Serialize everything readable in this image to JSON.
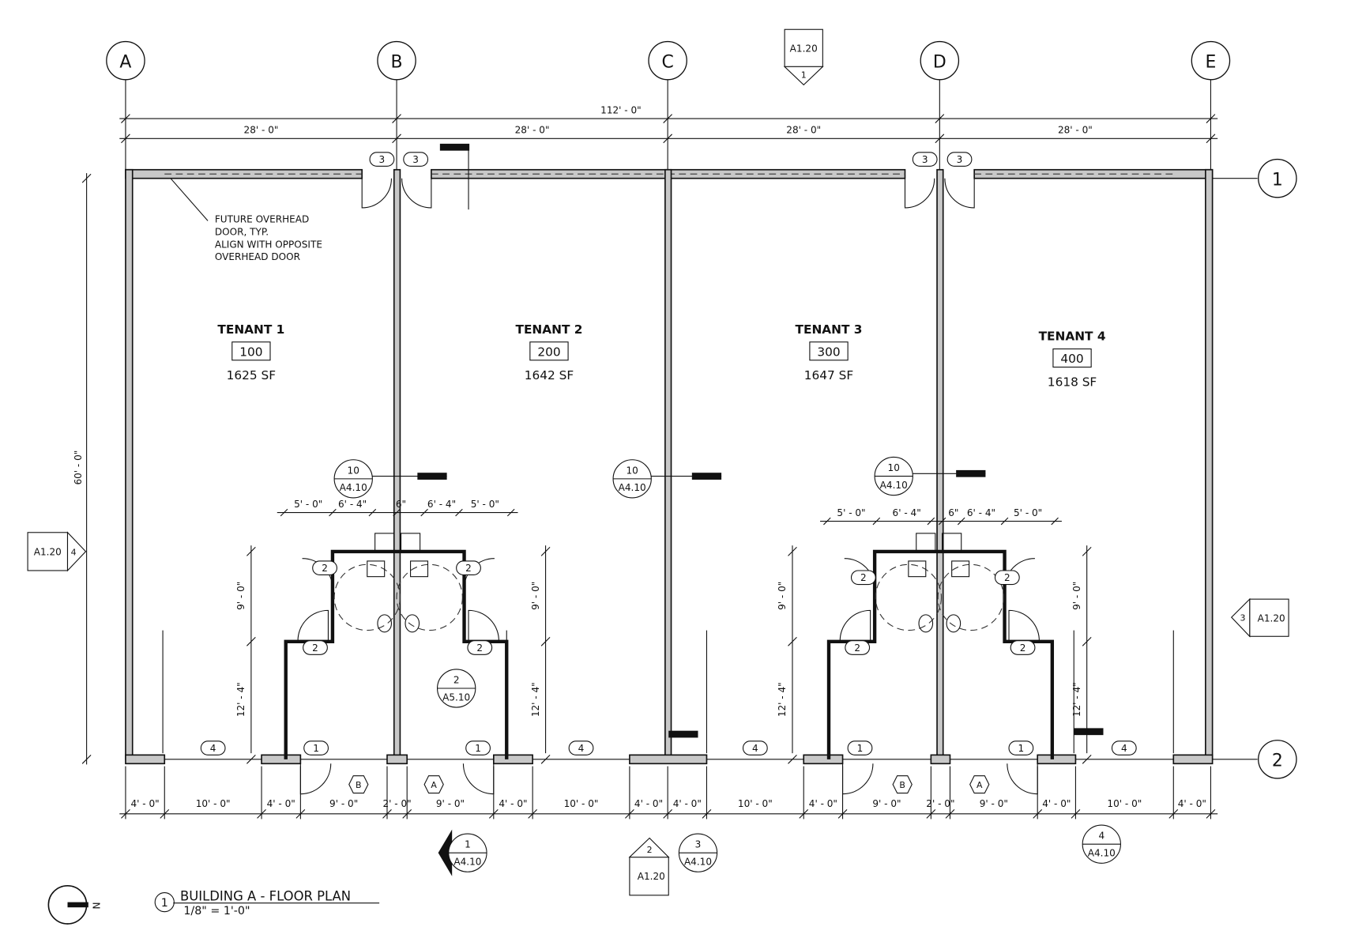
{
  "grid_columns": [
    "A",
    "B",
    "C",
    "D",
    "E"
  ],
  "grid_rows": [
    "1",
    "2"
  ],
  "overall_dimension": "112' - 0\"",
  "bay_dimensions": [
    "28' - 0\"",
    "28' - 0\"",
    "28' - 0\"",
    "28' - 0\""
  ],
  "depth_dimension": "60' - 0\"",
  "bottom_dimensions": [
    "4' - 0\"",
    "10' - 0\"",
    "4' - 0\"",
    "9' - 0\"",
    "2' - 0\"",
    "9' - 0\"",
    "4' - 0\"",
    "10' - 0\"",
    "4' - 0\"",
    "4' - 0\"",
    "10' - 0\"",
    "4' - 0\"",
    "9' - 0\"",
    "2' - 0\"",
    "9' - 0\"",
    "4' - 0\"",
    "10' - 0\"",
    "4' - 0\""
  ],
  "restroom_dimensions": {
    "horizontal": [
      "5' - 0\"",
      "6' - 4\"",
      "6\"",
      "6' - 4\"",
      "5' - 0\""
    ],
    "vertical": [
      "9' - 0\"",
      "12' - 4\""
    ]
  },
  "note": [
    "FUTURE OVERHEAD",
    "DOOR, TYP.",
    "ALIGN WITH OPPOSITE",
    "OVERHEAD DOOR"
  ],
  "tenants": [
    {
      "name": "TENANT 1",
      "room": "100",
      "area": "1625 SF"
    },
    {
      "name": "TENANT 2",
      "room": "200",
      "area": "1642 SF"
    },
    {
      "name": "TENANT 3",
      "room": "300",
      "area": "1647 SF"
    },
    {
      "name": "TENANT 4",
      "room": "400",
      "area": "1618 SF"
    }
  ],
  "door_tags": {
    "top": "3",
    "storefront": "4",
    "entry": "1",
    "restroom": "2"
  },
  "hex_tags": [
    "B",
    "A",
    "B",
    "A"
  ],
  "section_callouts": [
    {
      "number": "10",
      "sheet": "A4.10"
    },
    {
      "number": "10",
      "sheet": "A4.10"
    },
    {
      "number": "10",
      "sheet": "A4.10"
    },
    {
      "number": "2",
      "sheet": "A5.10"
    },
    {
      "number": "1",
      "sheet": "A4.10"
    },
    {
      "number": "3",
      "sheet": "A4.10"
    },
    {
      "number": "4",
      "sheet": "A4.10"
    }
  ],
  "elevation_markers": [
    {
      "sheet": "A1.20",
      "number": "1"
    },
    {
      "sheet": "A1.20",
      "number": "4"
    },
    {
      "sheet": "A1.20",
      "number": "3"
    },
    {
      "sheet": "A1.20",
      "number": "2"
    }
  ],
  "title": {
    "number": "1",
    "name": "BUILDING A - FLOOR PLAN",
    "scale": "1/8\" = 1'-0\""
  },
  "north_arrow": "N"
}
